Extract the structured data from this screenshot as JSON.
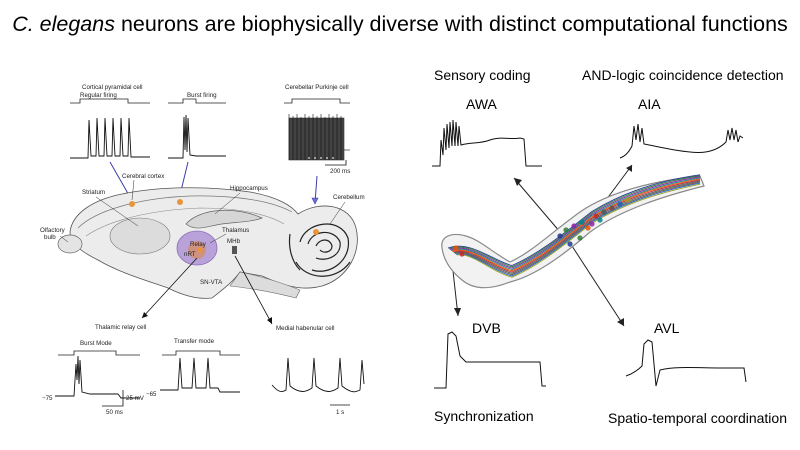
{
  "title": {
    "species": "C. elegans",
    "rest": " neurons are biophysically diverse with distinct computational functions"
  },
  "left_panel": {
    "top_labels": {
      "cortical": "Cortical pyramidal cell",
      "regular": "Regular firing",
      "burst": "Burst firing",
      "purkinje": "Cerebellar Purkinje cell",
      "scale_200": "200 ms"
    },
    "brain_labels": {
      "cerebral_cortex": "Cerebral cortex",
      "hippocampus": "Hippocampus",
      "striatum": "Striatum",
      "cerebellum": "Cerebellum",
      "olfactory": "Olfactory",
      "bulb": "bulb",
      "thalamus": "Thalamus",
      "relay": "Relay",
      "nrt": "nRT",
      "mhb": "MHb",
      "snvta": "SN-VTA"
    },
    "bottom_labels": {
      "thalamic": "Thalamic relay cell",
      "burst_mode": "Burst Mode",
      "transfer_mode": "Transfer mode",
      "medial": "Medial habenular cell",
      "v75": "−75",
      "v65": "−65",
      "mv25": "25 mV",
      "ms50": "50 ms",
      "s1": "1 s"
    }
  },
  "right_panel": {
    "neurons": {
      "awa": "AWA",
      "aia": "AIA",
      "dvb": "DVB",
      "avl": "AVL"
    },
    "functions": {
      "sensory": "Sensory coding",
      "and_logic": "AND-logic coincidence detection",
      "sync": "Synchronization",
      "spatio": "Spatio-temporal coordination"
    },
    "worm_colors": [
      "#1f3a93",
      "#2e7d32",
      "#8e24aa",
      "#00838f",
      "#e65100",
      "#c62828",
      "#455a64",
      "#6d4c41",
      "#1565c0",
      "#9e9d24"
    ]
  }
}
